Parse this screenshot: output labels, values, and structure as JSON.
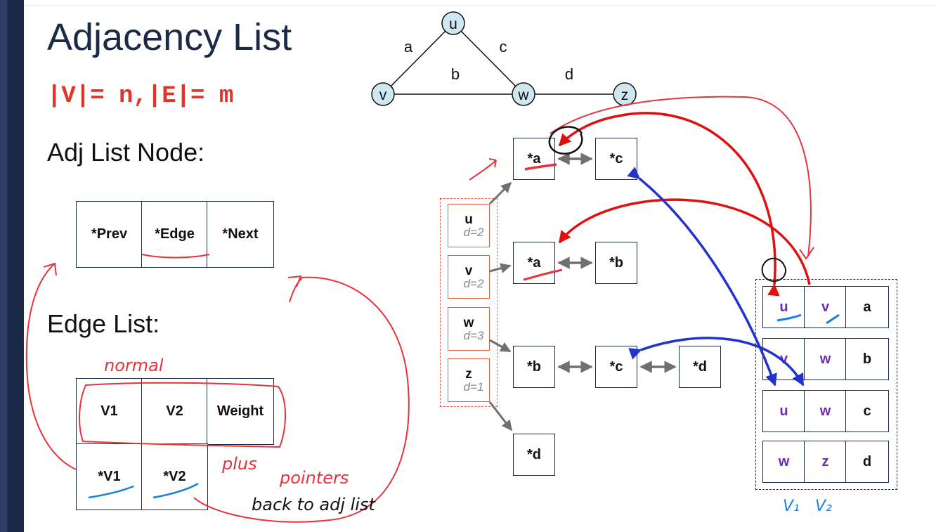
{
  "slide": {
    "title": "Adjacency List",
    "formula": "|V|= n,|E|= m",
    "adj_node_heading": "Adj List Node:",
    "edge_list_heading": "Edge List:"
  },
  "adj_node_fields": [
    "*Prev",
    "*Edge",
    "*Next"
  ],
  "edge_list_fields": {
    "row1": [
      "V1",
      "V2",
      "Weight"
    ],
    "row2": [
      "*V1",
      "*V2"
    ]
  },
  "graph": {
    "vertices": [
      "u",
      "v",
      "w",
      "z"
    ],
    "edge_labels": [
      "a",
      "b",
      "c",
      "d"
    ]
  },
  "vertex_list": [
    {
      "name": "u",
      "degree": "d=2"
    },
    {
      "name": "v",
      "degree": "d=2"
    },
    {
      "name": "w",
      "degree": "d=3"
    },
    {
      "name": "z",
      "degree": "d=1"
    }
  ],
  "adj_lists": {
    "u": [
      "*a",
      "*c"
    ],
    "v": [
      "*a",
      "*b"
    ],
    "w": [
      "*b",
      "*c",
      "*d"
    ],
    "z": [
      "*d"
    ]
  },
  "edge_table": [
    [
      "u",
      "v",
      "a"
    ],
    [
      "v",
      "w",
      "b"
    ],
    [
      "u",
      "w",
      "c"
    ],
    [
      "w",
      "z",
      "d"
    ]
  ],
  "annotations": {
    "normal": "normal",
    "plus": "plus",
    "pointers": "pointers",
    "back_to_adj_list": "back to adj list",
    "v1": "V₁",
    "v2": "V₂"
  },
  "colors": {
    "sidebar": "#1b2a47",
    "title": "#1b2a47",
    "formula": "#e3342a",
    "ink_red": "#e8323c",
    "ink_blue": "#1a7de0",
    "arrow_red": "#e01010",
    "arrow_blue": "#2233cc",
    "vertex_fill": "#cfe7f0",
    "vertex_text_purple": "#6f2da8"
  }
}
